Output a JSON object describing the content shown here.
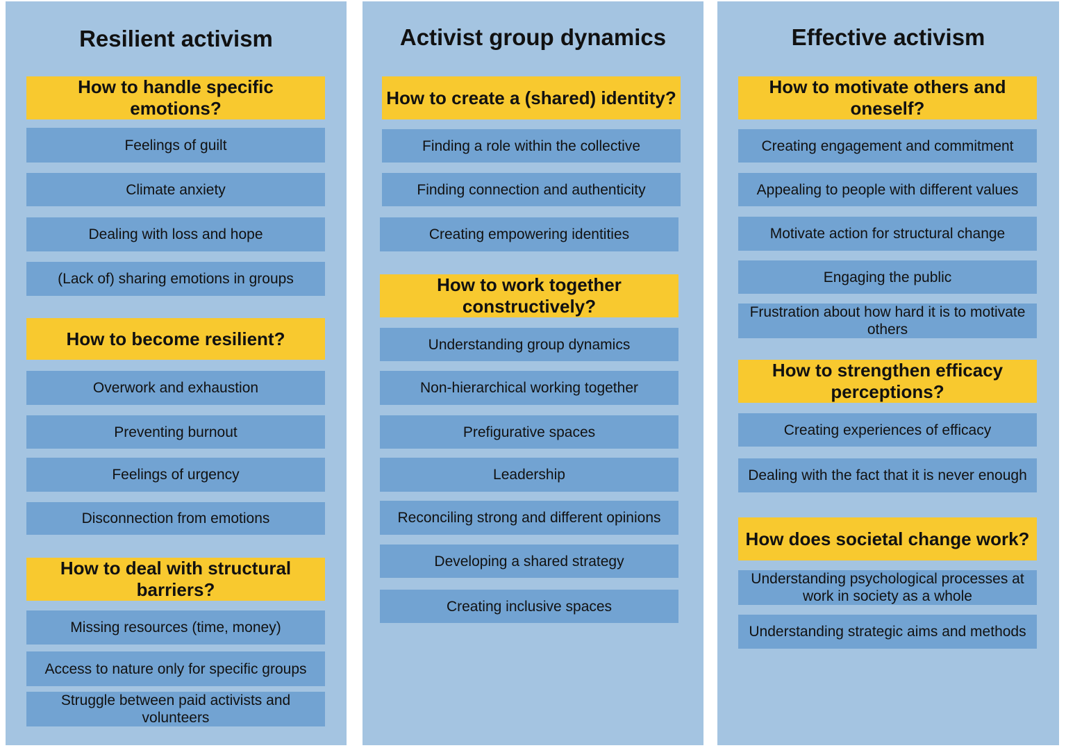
{
  "columns": [
    {
      "title": "Resilient activism",
      "sections": [
        {
          "heading": "How to handle specific emotions?",
          "items": [
            "Feelings of guilt",
            "Climate anxiety",
            "Dealing with loss and hope",
            "(Lack of) sharing emotions in groups"
          ]
        },
        {
          "heading": "How to become resilient?",
          "items": [
            "Overwork and exhaustion",
            "Preventing burnout",
            "Feelings of urgency",
            "Disconnection from emotions"
          ]
        },
        {
          "heading": "How to deal with structural barriers?",
          "items": [
            "Missing resources (time, money)",
            "Access to nature only for specific groups",
            "Struggle between paid activists and volunteers"
          ]
        }
      ]
    },
    {
      "title": "Activist group dynamics",
      "sections": [
        {
          "heading": "How to create a (shared) identity?",
          "items": [
            "Finding a role within the collective",
            "Finding connection and authenticity",
            "Creating empowering identities"
          ]
        },
        {
          "heading": "How to work together constructively?",
          "items": [
            "Understanding group dynamics",
            "Non-hierarchical working together",
            "Prefigurative spaces",
            "Leadership",
            "Reconciling strong and different opinions",
            "Developing a shared strategy",
            "Creating inclusive spaces"
          ]
        }
      ]
    },
    {
      "title": "Effective activism",
      "sections": [
        {
          "heading": "How to motivate others and oneself?",
          "items": [
            "Creating engagement and commitment",
            "Appealing to people with different values",
            "Motivate action for structural change",
            "Engaging the public",
            "Frustration about how hard it is to motivate others"
          ]
        },
        {
          "heading": "How to strengthen efficacy perceptions?",
          "items": [
            "Creating experiences of efficacy",
            "Dealing with the fact that it is never enough"
          ]
        },
        {
          "heading": "How does societal change work?",
          "items": [
            "Understanding psychological processes at work in society as a whole",
            "Understanding strategic aims and methods"
          ]
        }
      ]
    }
  ],
  "colors": {
    "column_background": "#a4c4e1",
    "heading_background": "#f8c92f",
    "item_background": "#72a3d2"
  }
}
